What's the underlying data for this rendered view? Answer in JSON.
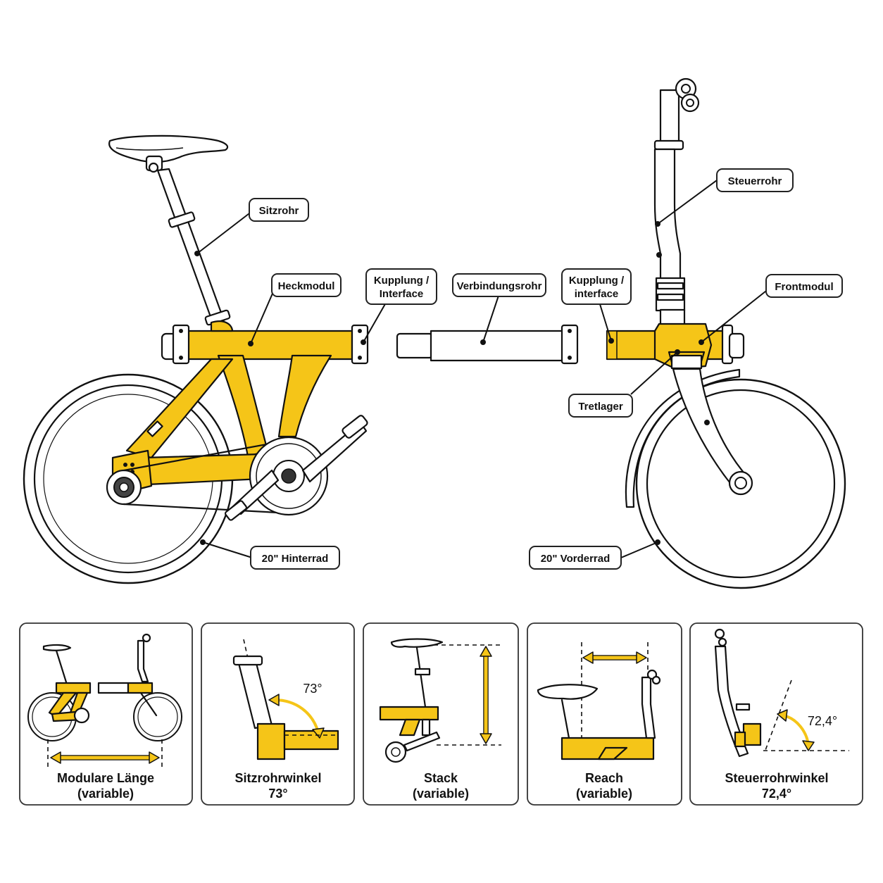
{
  "labels": {
    "sitzrohr": "Sitzrohr",
    "heckmodul": "Heckmodul",
    "kupplung_rear_l1": "Kupplung /",
    "kupplung_rear_l2": "Interface",
    "verbindungsrohr": "Verbindungsrohr",
    "kupplung_front_l1": "Kupplung /",
    "kupplung_front_l2": "interface",
    "steuerrohr": "Steuerrohr",
    "frontmodul": "Frontmodul",
    "tretlager": "Tretlager",
    "hinterrad": "20\" Hinterrad",
    "vorderrad": "20\" Vorderrad"
  },
  "panels": [
    {
      "title": "Modulare Länge",
      "sub": "(variable)"
    },
    {
      "title": "Sitzrohrwinkel",
      "sub": "73°",
      "angle": "73°"
    },
    {
      "title": "Stack",
      "sub": "(variable)"
    },
    {
      "title": "Reach",
      "sub": "(variable)"
    },
    {
      "title": "Steuerrohrwinkel",
      "sub": "72,4°",
      "angle": "72,4°"
    }
  ],
  "colors": {
    "frame": "#f5c518",
    "outline": "#111111",
    "background": "#ffffff"
  }
}
